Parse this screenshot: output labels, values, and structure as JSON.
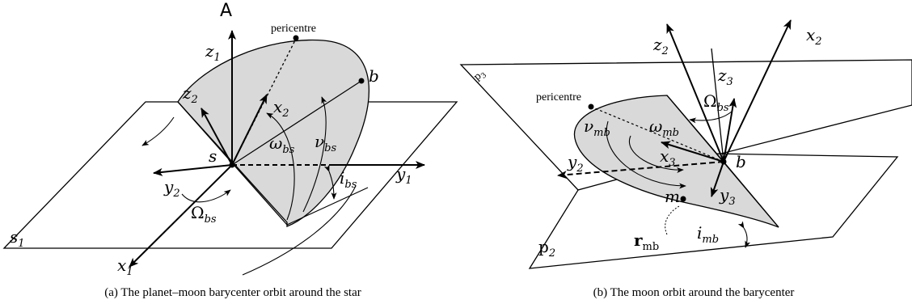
{
  "left": {
    "z1": {
      "base": "z",
      "sub": "1"
    },
    "z2": {
      "base": "z",
      "sub": "2"
    },
    "x1": {
      "base": "x",
      "sub": "1"
    },
    "x2": {
      "base": "x",
      "sub": "2"
    },
    "y1": {
      "base": "y",
      "sub": "1"
    },
    "y2": {
      "base": "y",
      "sub": "2"
    },
    "s": "s",
    "b": "b",
    "s1": {
      "base": "s",
      "sub": "1"
    },
    "pericentre": "pericentre",
    "omega": {
      "base": "ω",
      "sub": "bs"
    },
    "nu": {
      "base": "ν",
      "sub": "bs"
    },
    "incl": {
      "base": "i",
      "sub": "bs"
    },
    "Omega": {
      "base": "Ω",
      "sub": "bs"
    },
    "caption": "(a) The planet–moon barycenter orbit around the star"
  },
  "right": {
    "z2": {
      "base": "z",
      "sub": "2"
    },
    "z3": {
      "base": "z",
      "sub": "3"
    },
    "x2": {
      "base": "x",
      "sub": "2"
    },
    "x3": {
      "base": "x",
      "sub": "3"
    },
    "y2": {
      "base": "y",
      "sub": "2"
    },
    "y3": {
      "base": "y",
      "sub": "3"
    },
    "b": "b",
    "m": "m",
    "p2": {
      "base": "p",
      "sub": "2"
    },
    "p3": {
      "base": "p",
      "sub": "3"
    },
    "pericentre": "pericentre",
    "omega": {
      "base": "ω",
      "sub": "mb"
    },
    "nu": {
      "base": "ν",
      "sub": "mb"
    },
    "incl": {
      "base": "i",
      "sub": "mb"
    },
    "Omega": {
      "base": "Ω",
      "sub": "bs"
    },
    "r": {
      "base": "r",
      "sub": "mb"
    },
    "caption": "(b) The moon orbit around the barycenter"
  }
}
